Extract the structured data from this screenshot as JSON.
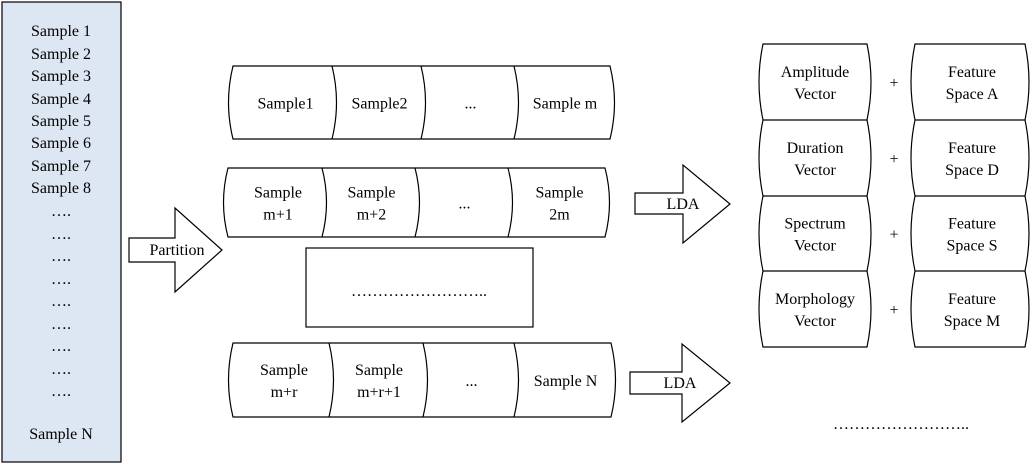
{
  "sample_list": {
    "items": [
      "Sample 1",
      "Sample 2",
      "Sample 3",
      "Sample 4",
      "Sample 5",
      "Sample 6",
      "Sample 7",
      "Sample 8"
    ],
    "ellipsis": [
      "….",
      "….",
      "….",
      "….",
      "….",
      "….",
      "….",
      "….",
      "…."
    ],
    "last": "Sample N"
  },
  "partition_arrow": {
    "label": "Partition"
  },
  "partition_rows": [
    {
      "cells": [
        [
          "Sample1"
        ],
        [
          "Sample2"
        ],
        [
          "..."
        ],
        [
          "Sample m"
        ]
      ]
    },
    {
      "cells": [
        [
          "Sample",
          "m+1"
        ],
        [
          "Sample",
          "m+2"
        ],
        [
          "..."
        ],
        [
          "Sample",
          "2m"
        ]
      ]
    },
    {
      "cells": [
        [
          "Sample",
          "m+r"
        ],
        [
          "Sample",
          "m+r+1"
        ],
        [
          "..."
        ],
        [
          "Sample N"
        ]
      ]
    }
  ],
  "middle_box": {
    "text": "…………………….."
  },
  "lda_arrows": [
    {
      "label": "LDA"
    },
    {
      "label": "LDA"
    }
  ],
  "features": [
    {
      "vector": [
        "Amplitude",
        "Vector"
      ],
      "plus": "+",
      "space": [
        "Feature",
        "Space A"
      ]
    },
    {
      "vector": [
        "Duration",
        "Vector"
      ],
      "plus": "+",
      "space": [
        "Feature",
        "Space D"
      ]
    },
    {
      "vector": [
        "Spectrum",
        "Vector"
      ],
      "plus": "+",
      "space": [
        "Feature",
        "Space S"
      ]
    },
    {
      "vector": [
        "Morphology",
        "Vector"
      ],
      "plus": "+",
      "space": [
        "Feature",
        "Space M"
      ]
    }
  ],
  "bottom_dots": {
    "text": "…………………….."
  }
}
